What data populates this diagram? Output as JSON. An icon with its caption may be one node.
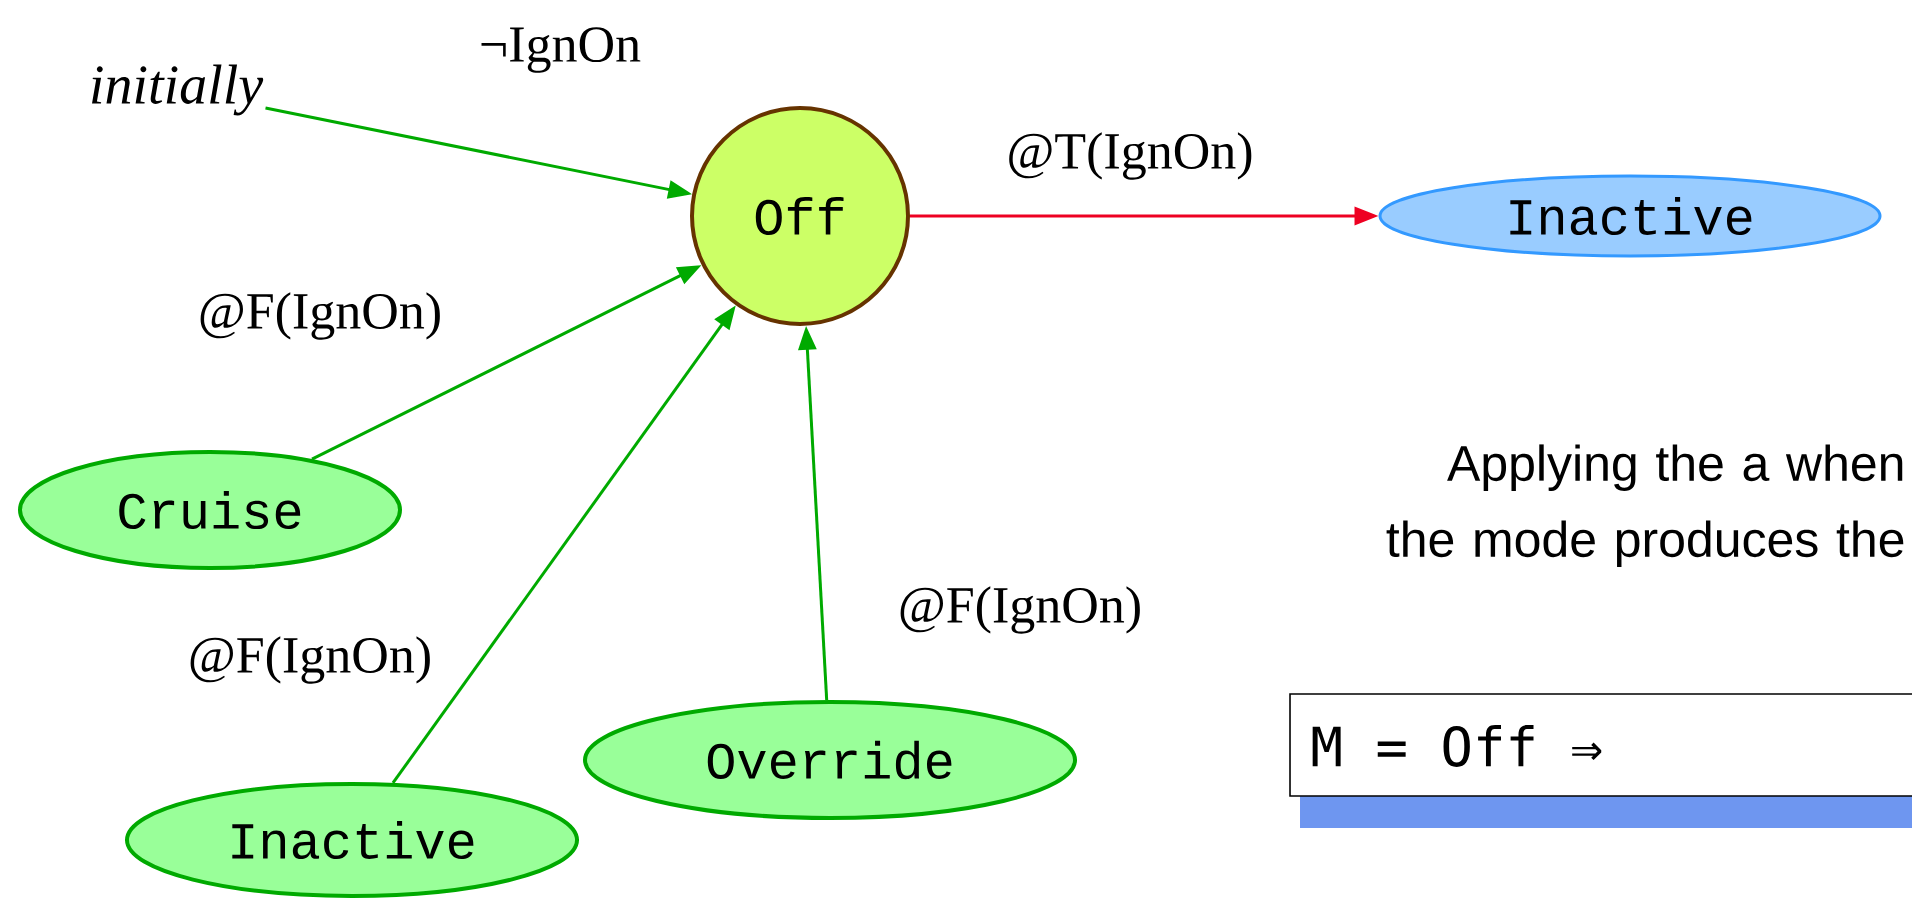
{
  "diagram": {
    "nodes": [
      {
        "text": [
          "initially"
        ]
      },
      {
        "text": [
          "Off"
        ]
      },
      {
        "text": [
          "Inactive"
        ]
      },
      {
        "text": [
          "Cruise"
        ]
      },
      {
        "text": [
          "Inactive"
        ]
      },
      {
        "text": [
          "Override"
        ]
      }
    ],
    "edges": [
      {
        "from": 0,
        "to": 1,
        "arrow": "to",
        "label": "¬IgnOn"
      },
      {
        "from": 1,
        "to": 2,
        "arrow": "to",
        "label": "@T(IgnOn)",
        "color": "#ee0022"
      },
      {
        "from": 3,
        "to": 1,
        "arrow": "to",
        "label": "@F(IgnOn)"
      },
      {
        "from": 4,
        "to": 1,
        "arrow": "to",
        "label": "@F(IgnOn)"
      },
      {
        "from": 5,
        "to": 1,
        "arrow": "to",
        "label": "@F(IgnOn)"
      }
    ],
    "labels": [
      "Applying the a when the mode produces the",
      "M = Off ⇒"
    ]
  }
}
